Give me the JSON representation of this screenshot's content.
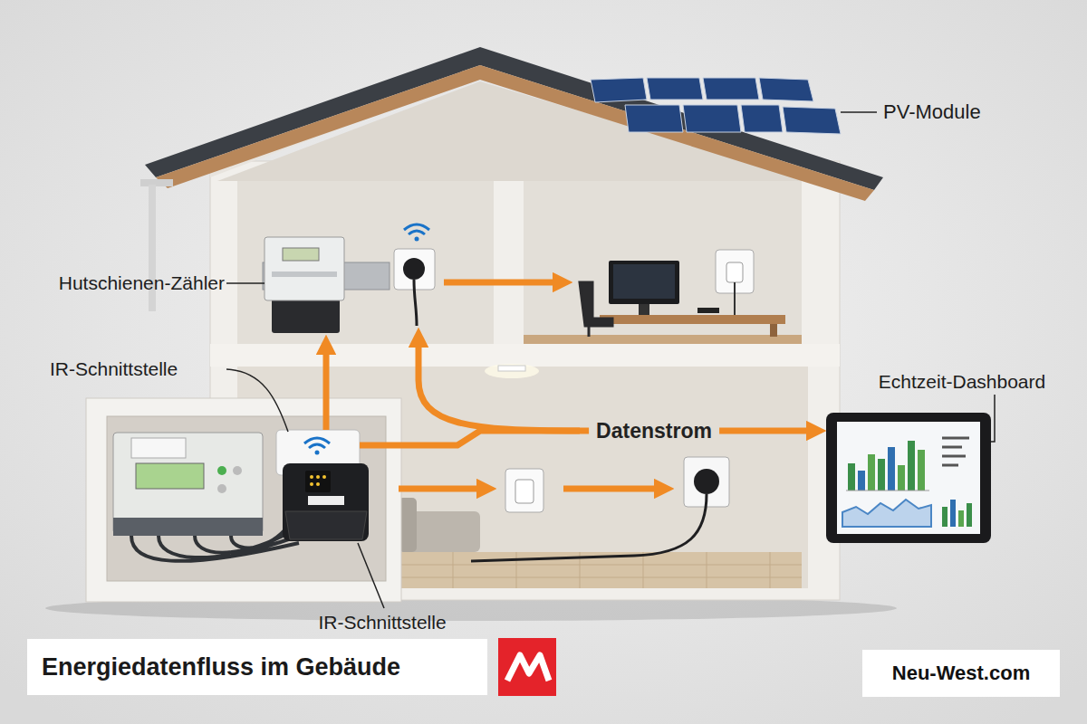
{
  "diagram": {
    "title": "Energiedatenfluss im Gebäude",
    "nodes": [
      {
        "text": [
          "Hutschienen-Zähler"
        ]
      },
      {
        "text": [
          "IR-Schnittstelle"
        ]
      },
      {
        "text": [
          "IR-Schnittstelle"
        ]
      },
      {
        "text": [
          "Echtzeit-Dashboard"
        ]
      }
    ],
    "edges": [
      {
        "from": 1,
        "to": 0,
        "arrow": "to"
      },
      {
        "from": 1,
        "to": 3,
        "label": "Datenstrom",
        "arrow": "to"
      }
    ],
    "labels": [
      "PV-Module",
      "Neu-West.com"
    ]
  }
}
